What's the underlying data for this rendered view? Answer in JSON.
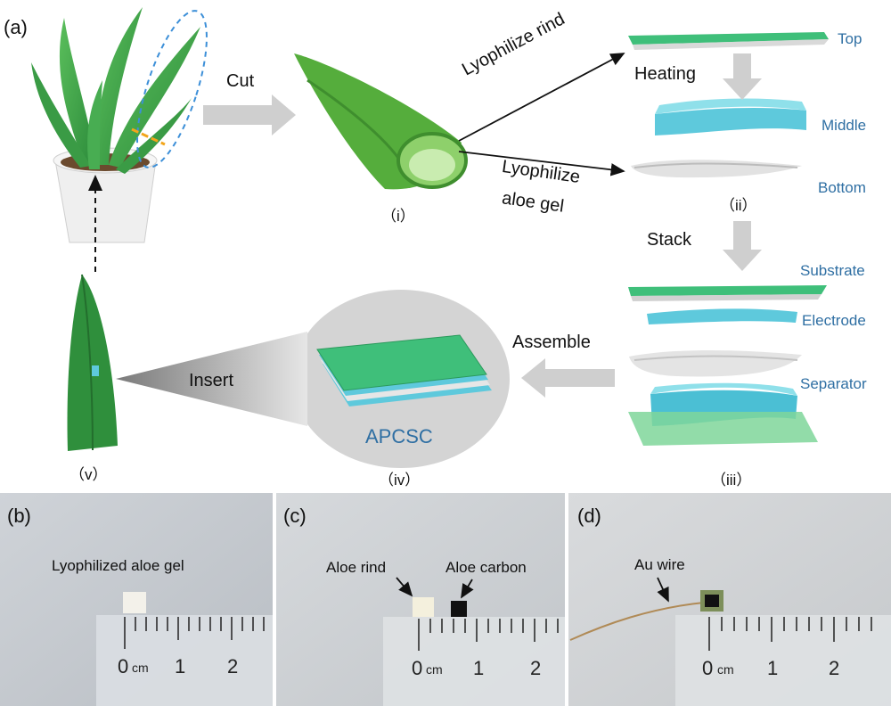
{
  "panel_a": {
    "label": "(a)",
    "flow": {
      "cut": "Cut",
      "lyophilize_rind": "Lyophilize rind",
      "lyophilize_gel_line1": "Lyophilize",
      "lyophilize_gel_line2": "aloe gel",
      "heating": "Heating",
      "stack": "Stack",
      "assemble": "Assemble",
      "insert": "Insert"
    },
    "layers_ii": [
      "Top",
      "Middle",
      "Bottom"
    ],
    "layers_iii": [
      "Substrate",
      "Electrode",
      "Separator"
    ],
    "device": "APCSC",
    "roman": {
      "i": "（i）",
      "ii": "（ii）",
      "iii": "（iii）",
      "iv": "（iv）",
      "v": "（v）"
    },
    "colors": {
      "aloe_green": "#3aa14a",
      "dark_green": "#1f7a34",
      "electrode_cyan": "#58c6d8",
      "label_blue": "#2f6fa3",
      "arrow_gray": "#c8c8c8"
    }
  },
  "panel_b": {
    "label": "(b)",
    "caption": "Lyophilized aloe gel",
    "ruler": {
      "zero": "0",
      "unit": "cm",
      "one": "1",
      "two": "2"
    }
  },
  "panel_c": {
    "label": "(c)",
    "caption_rind": "Aloe rind",
    "caption_carbon": "Aloe carbon",
    "ruler": {
      "zero": "0",
      "unit": "cm",
      "one": "1",
      "two": "2"
    }
  },
  "panel_d": {
    "label": "(d)",
    "caption": "Au wire",
    "ruler": {
      "zero": "0",
      "unit": "cm",
      "one": "1",
      "two": "2"
    }
  }
}
